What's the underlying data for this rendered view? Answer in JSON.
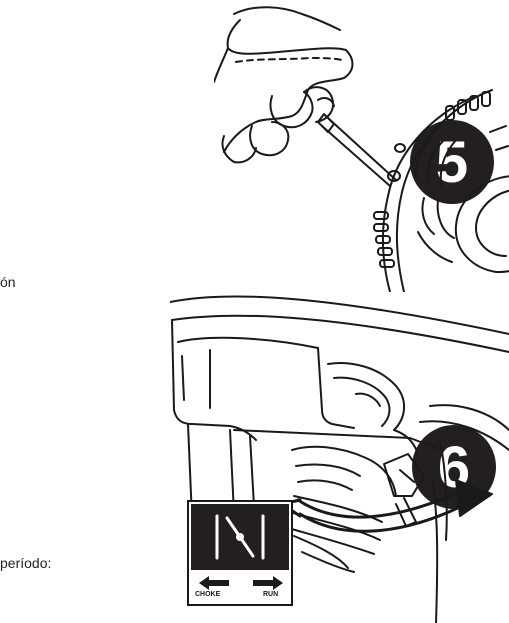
{
  "steps": [
    {
      "number": "5"
    },
    {
      "number": "6"
    }
  ],
  "text_fragments": {
    "step5_side": "ón",
    "step6_side": "período:"
  },
  "choke_label": {
    "left": "CHOKE",
    "right": "RUN"
  },
  "colors": {
    "badge": "#231f20",
    "ink": "#1a1a1a",
    "page": "#ffffff"
  }
}
